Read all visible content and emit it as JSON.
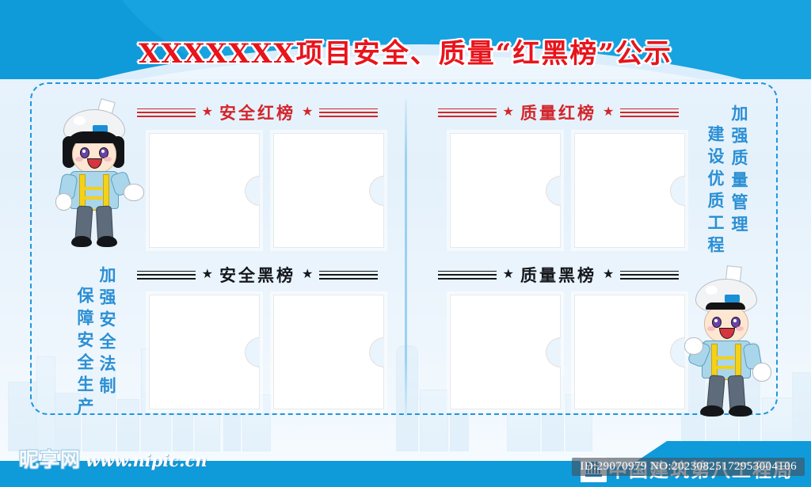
{
  "poster": {
    "title": "XXXXXXX项目安全、质量“红黑榜”公示",
    "colors": {
      "brand_blue": "#0f9ada",
      "header_blue": "#1ba3e0",
      "title_red": "#e8141c",
      "red_board": "#d3252c",
      "black_board": "#15181c",
      "slogan_blue": "#2a8fd4",
      "panel_border": "#2196dd",
      "background": "#eaf4fc"
    }
  },
  "sections": [
    {
      "id": "safety-red",
      "label": "安全红榜",
      "star": "★",
      "tone": "red",
      "cards": 2
    },
    {
      "id": "quality-red",
      "label": "质量红榜",
      "star": "★",
      "tone": "red",
      "cards": 2
    },
    {
      "id": "safety-black",
      "label": "安全黑榜",
      "star": "★",
      "tone": "black",
      "cards": 2
    },
    {
      "id": "quality-black",
      "label": "质量黑榜",
      "star": "★",
      "tone": "black",
      "cards": 2
    }
  ],
  "slogans": {
    "left": [
      "加强安全法制",
      "保障安全生产"
    ],
    "right": [
      "加强质量管理",
      "建设优质工程"
    ]
  },
  "characters": {
    "left": {
      "name": "female-construction-worker",
      "helmet": "white",
      "vest": "yellow"
    },
    "right": {
      "name": "male-construction-worker",
      "helmet": "white",
      "vest": "yellow"
    }
  },
  "footer": {
    "company": "中国建筑第八工程局",
    "logo": "cscec-logo"
  },
  "watermarks": {
    "site_name": "昵享网",
    "site_url": "www.nipic.cn",
    "id_text": "ID:29070979 NO:20230825172953004106"
  }
}
